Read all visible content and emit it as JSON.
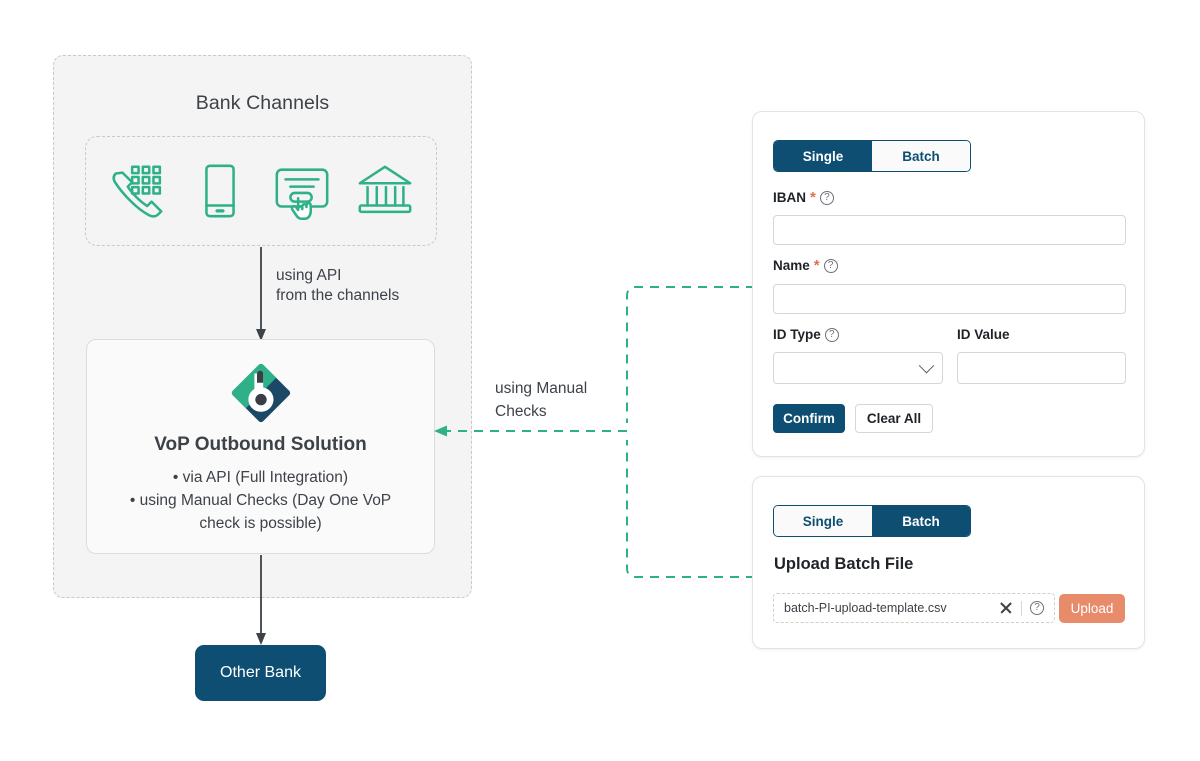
{
  "diagram": {
    "bank_channels_title": "Bank Channels",
    "channels": [
      {
        "name": "phone-keypad-icon",
        "label": "Phone / Call Center"
      },
      {
        "name": "mobile-phone-icon",
        "label": "Mobile Banking"
      },
      {
        "name": "online-banking-click-icon",
        "label": "Online Banking"
      },
      {
        "name": "bank-branch-icon",
        "label": "Branch"
      }
    ],
    "api_arrow_label": "using API\nfrom the channels",
    "manual_arrow_label": "using Manual\nChecks",
    "vop": {
      "title": "VoP Outbound Solution",
      "bullets": [
        "•  via API (Full Integration)",
        "•  using Manual Checks (Day One VoP\ncheck is possible)"
      ],
      "logo_name": "vop-diamond-logo"
    },
    "other_bank_label": "Other Bank"
  },
  "single_panel": {
    "tabs": [
      {
        "label": "Single",
        "active": true
      },
      {
        "label": "Batch",
        "active": false
      }
    ],
    "fields": {
      "iban": {
        "label": "IBAN",
        "required": true,
        "help": "?",
        "value": "",
        "placeholder": ""
      },
      "name": {
        "label": "Name",
        "required": true,
        "help": "?",
        "value": "",
        "placeholder": ""
      },
      "id_type": {
        "label": "ID Type",
        "required": false,
        "help": "?",
        "value": "",
        "placeholder": ""
      },
      "id_value": {
        "label": "ID Value",
        "required": false,
        "value": "",
        "placeholder": ""
      }
    },
    "buttons": {
      "confirm": "Confirm",
      "clear_all": "Clear All"
    }
  },
  "batch_panel": {
    "tabs": [
      {
        "label": "Single",
        "active": false
      },
      {
        "label": "Batch",
        "active": true
      }
    ],
    "upload_title": "Upload Batch File",
    "file_name": "batch-PI-upload-template.csv",
    "upload_button": "Upload",
    "help": "?"
  },
  "colors": {
    "navy": "#0d4e72",
    "teal": "#2eb089",
    "coral": "#e88b6a",
    "panel_bg": "#f4f4f4",
    "required_asterisk": "#e0714a",
    "text": "#3d4248"
  }
}
